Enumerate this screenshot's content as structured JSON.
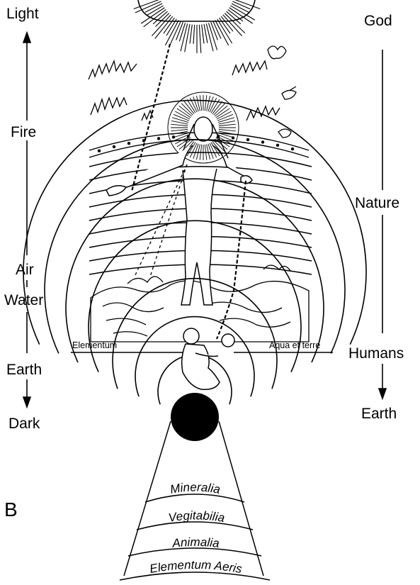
{
  "left_axis": {
    "top": "Light",
    "fire": "Fire",
    "air": "Air",
    "water": "Water",
    "earth": "Earth",
    "bottom": "Dark"
  },
  "right_axis": {
    "top": "God",
    "middle": "Nature",
    "humans": "Humans",
    "bottom": "Earth"
  },
  "sphere_labels": {
    "left": "Elementum",
    "right": "Aqua et terre"
  },
  "realms": [
    "Mineralia",
    "Vegitabilia",
    "Animalia",
    "Elementum Aeris"
  ],
  "panel_label": "B"
}
